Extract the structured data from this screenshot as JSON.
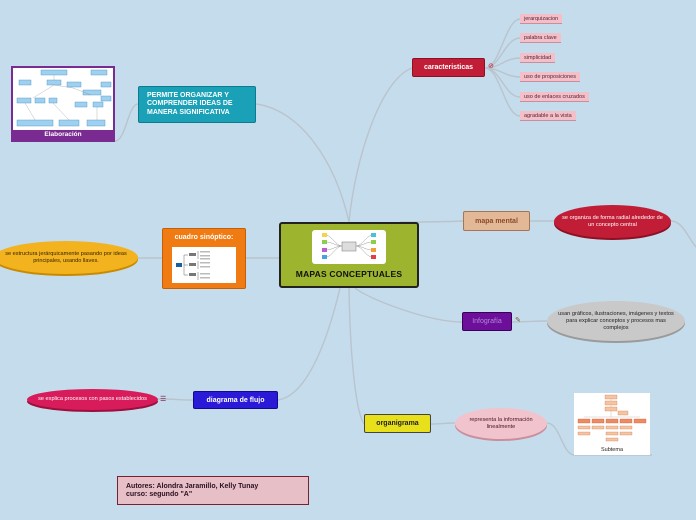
{
  "central": {
    "title": "MAPAS CONCEPTUALES"
  },
  "branches": {
    "organize": "PERMITE ORGANIZAR Y COMPRENDER IDEAS DE MANERA SIGNIFICATIVA",
    "cuadro": "cuadro sinóptico:",
    "caracteristicas": "caracteristicas",
    "mapa_mental": "mapa mental",
    "infografia": "Infografía",
    "diagrama": "diagrama de flujo",
    "organigrama": "organigrama"
  },
  "tags": [
    "jerarquizacion",
    "palabra clave",
    "simplicidad",
    "uso de proposiciones",
    "uso de enlaces cruzados",
    "agradable a la vista"
  ],
  "notes": {
    "cuadro": "se estructura jerárquicamente pasando por ideas principales, usando llaves.",
    "mapa_mental": "se organiza de forma radial alrededor de un concepto central",
    "infografia": "usan gráficos, ilustraciones, imágenes y textos para explicar conceptos y procesos mas complejos",
    "diagrama": "se explica procesos con pasos establecidos",
    "organigrama": "representa la información linealmente"
  },
  "images": {
    "elaboracion": "Elaboración",
    "subtema": "Subtema"
  },
  "authors": {
    "line1": "Autores: Alondra Jaramillo, Kelly Tunay",
    "line2": "curso: segundo \"A\""
  },
  "colors": {
    "background": "#c5dced",
    "central": "#9db42e",
    "organize": "#1aa1b8",
    "cuadro": "#ef7b12",
    "caracteristicas": "#c21d36",
    "mapa_mental": "#e2b896",
    "infografia": "#6d0f9b",
    "diagrama": "#2a1ad7",
    "organigrama": "#e7e01b",
    "tag": "#f3c0ca"
  },
  "icons": [
    "no-entry-icon",
    "pencil-icon",
    "list-icon"
  ]
}
